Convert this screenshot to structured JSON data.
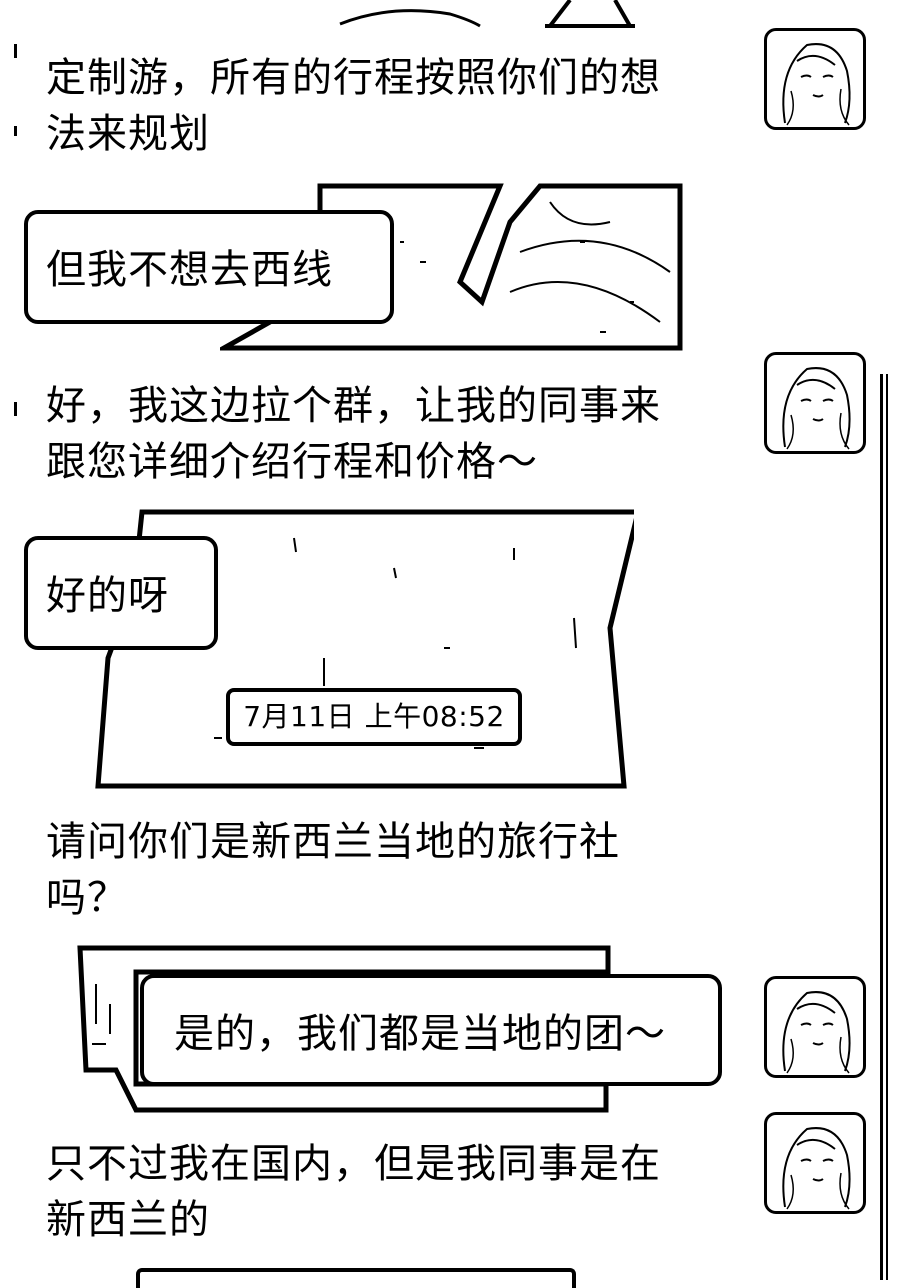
{
  "messages": [
    {
      "id": "m1",
      "side": "right",
      "text": "定制游，所有的行程按照你们的想\n法来规划"
    },
    {
      "id": "m2",
      "side": "left",
      "text": "但我不想去西线"
    },
    {
      "id": "m3",
      "side": "right",
      "text": "好，我这边拉个群，让我的同事来\n跟您详细介绍行程和价格～"
    },
    {
      "id": "m4",
      "side": "left",
      "text": "好的呀"
    },
    {
      "id": "m5",
      "side": "left",
      "text": "请问你们是新西兰当地的旅行社\n吗？"
    },
    {
      "id": "m6",
      "side": "right",
      "text": "是的，我们都是当地的团～"
    },
    {
      "id": "m7",
      "side": "right",
      "text": "只不过我在国内，但是我同事是在\n新西兰的"
    }
  ],
  "timestamp": "7月11日 上午08:52",
  "icons": {
    "avatar": "contact-avatar-icon"
  }
}
